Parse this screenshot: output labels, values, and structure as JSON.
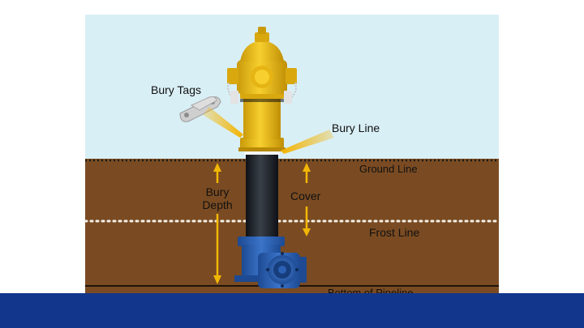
{
  "colors": {
    "sky": "#d9eff6",
    "soil": "#7a4b22",
    "hydrant_yellow": "#f2c117",
    "pipe_black": "#1c2128",
    "valve_blue": "#2b60b4",
    "arrow_yellow": "#f2b705",
    "footer_blue": "#12368c"
  },
  "labels": {
    "bury_tags": "Bury Tags",
    "bury_line": "Bury Line",
    "ground_line": "Ground Line",
    "bury_depth_line1": "Bury",
    "bury_depth_line2": "Depth",
    "cover": "Cover",
    "frost_line": "Frost Line",
    "bottom_of_pipeline": "Bottom of Pipeline"
  }
}
